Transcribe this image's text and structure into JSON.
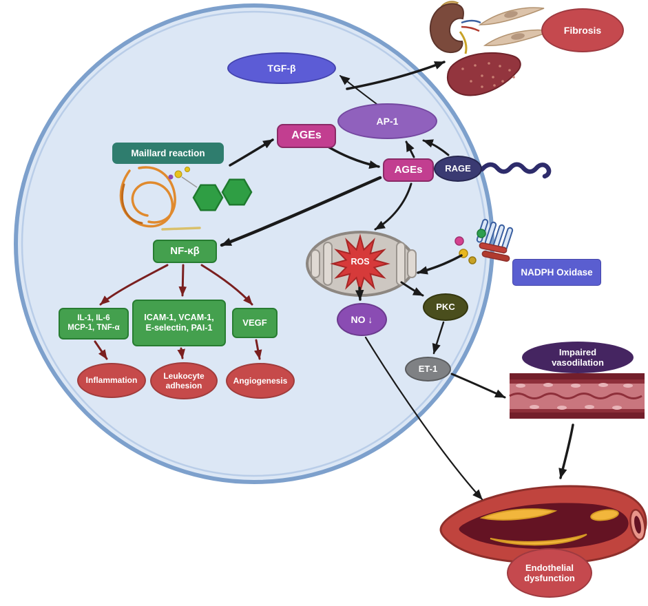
{
  "palette": {
    "cell_fill": "#dce7f5",
    "cell_border": "#7da0cc",
    "teal": "#2f7d6e",
    "magenta": "#c23e90",
    "purple": "#9061bd",
    "indigo": "#5c5cd6",
    "navy": "#3a3a72",
    "green": "#44a04e",
    "green_border": "#277c31",
    "crimson": "#c5494e",
    "maroon_arrow": "#7a1f1f",
    "ros_red": "#d63a3a",
    "no_purple": "#8a4cb3",
    "pkc_olive": "#4a4e1d",
    "et1_gray": "#7f8184",
    "nadph_indigo": "#5a5ed0",
    "impaired_purple": "#452561"
  },
  "nodes": {
    "maillard": "Maillard reaction",
    "ages_cytoplasm": "AGEs",
    "ages_membrane": "AGEs",
    "ap1": "AP-1",
    "tgf_beta": "TGF-β",
    "rage": "RAGE",
    "nf_kb": "NF-κβ",
    "cytokines": "IL-1, IL-6\nMCP-1, TNF-α",
    "adhesion_molecules": "ICAM-1, VCAM-1,\nE-selectin, PAI-1",
    "vegf": "VEGF",
    "inflammation": "Inflammation",
    "leukocyte_adhesion": "Leukocyte\nadhesion",
    "angiogenesis": "Angiogenesis",
    "ros": "ROS",
    "no": "NO ↓",
    "pkc": "PKC",
    "et1": "ET-1",
    "nadph_oxidase": "NADPH Oxidase",
    "impaired_vasodilation": "Impaired\nvasodilation",
    "fibrosis": "Fibrosis",
    "endothelial_dysfunction": "Endothelial\ndysfunction"
  }
}
